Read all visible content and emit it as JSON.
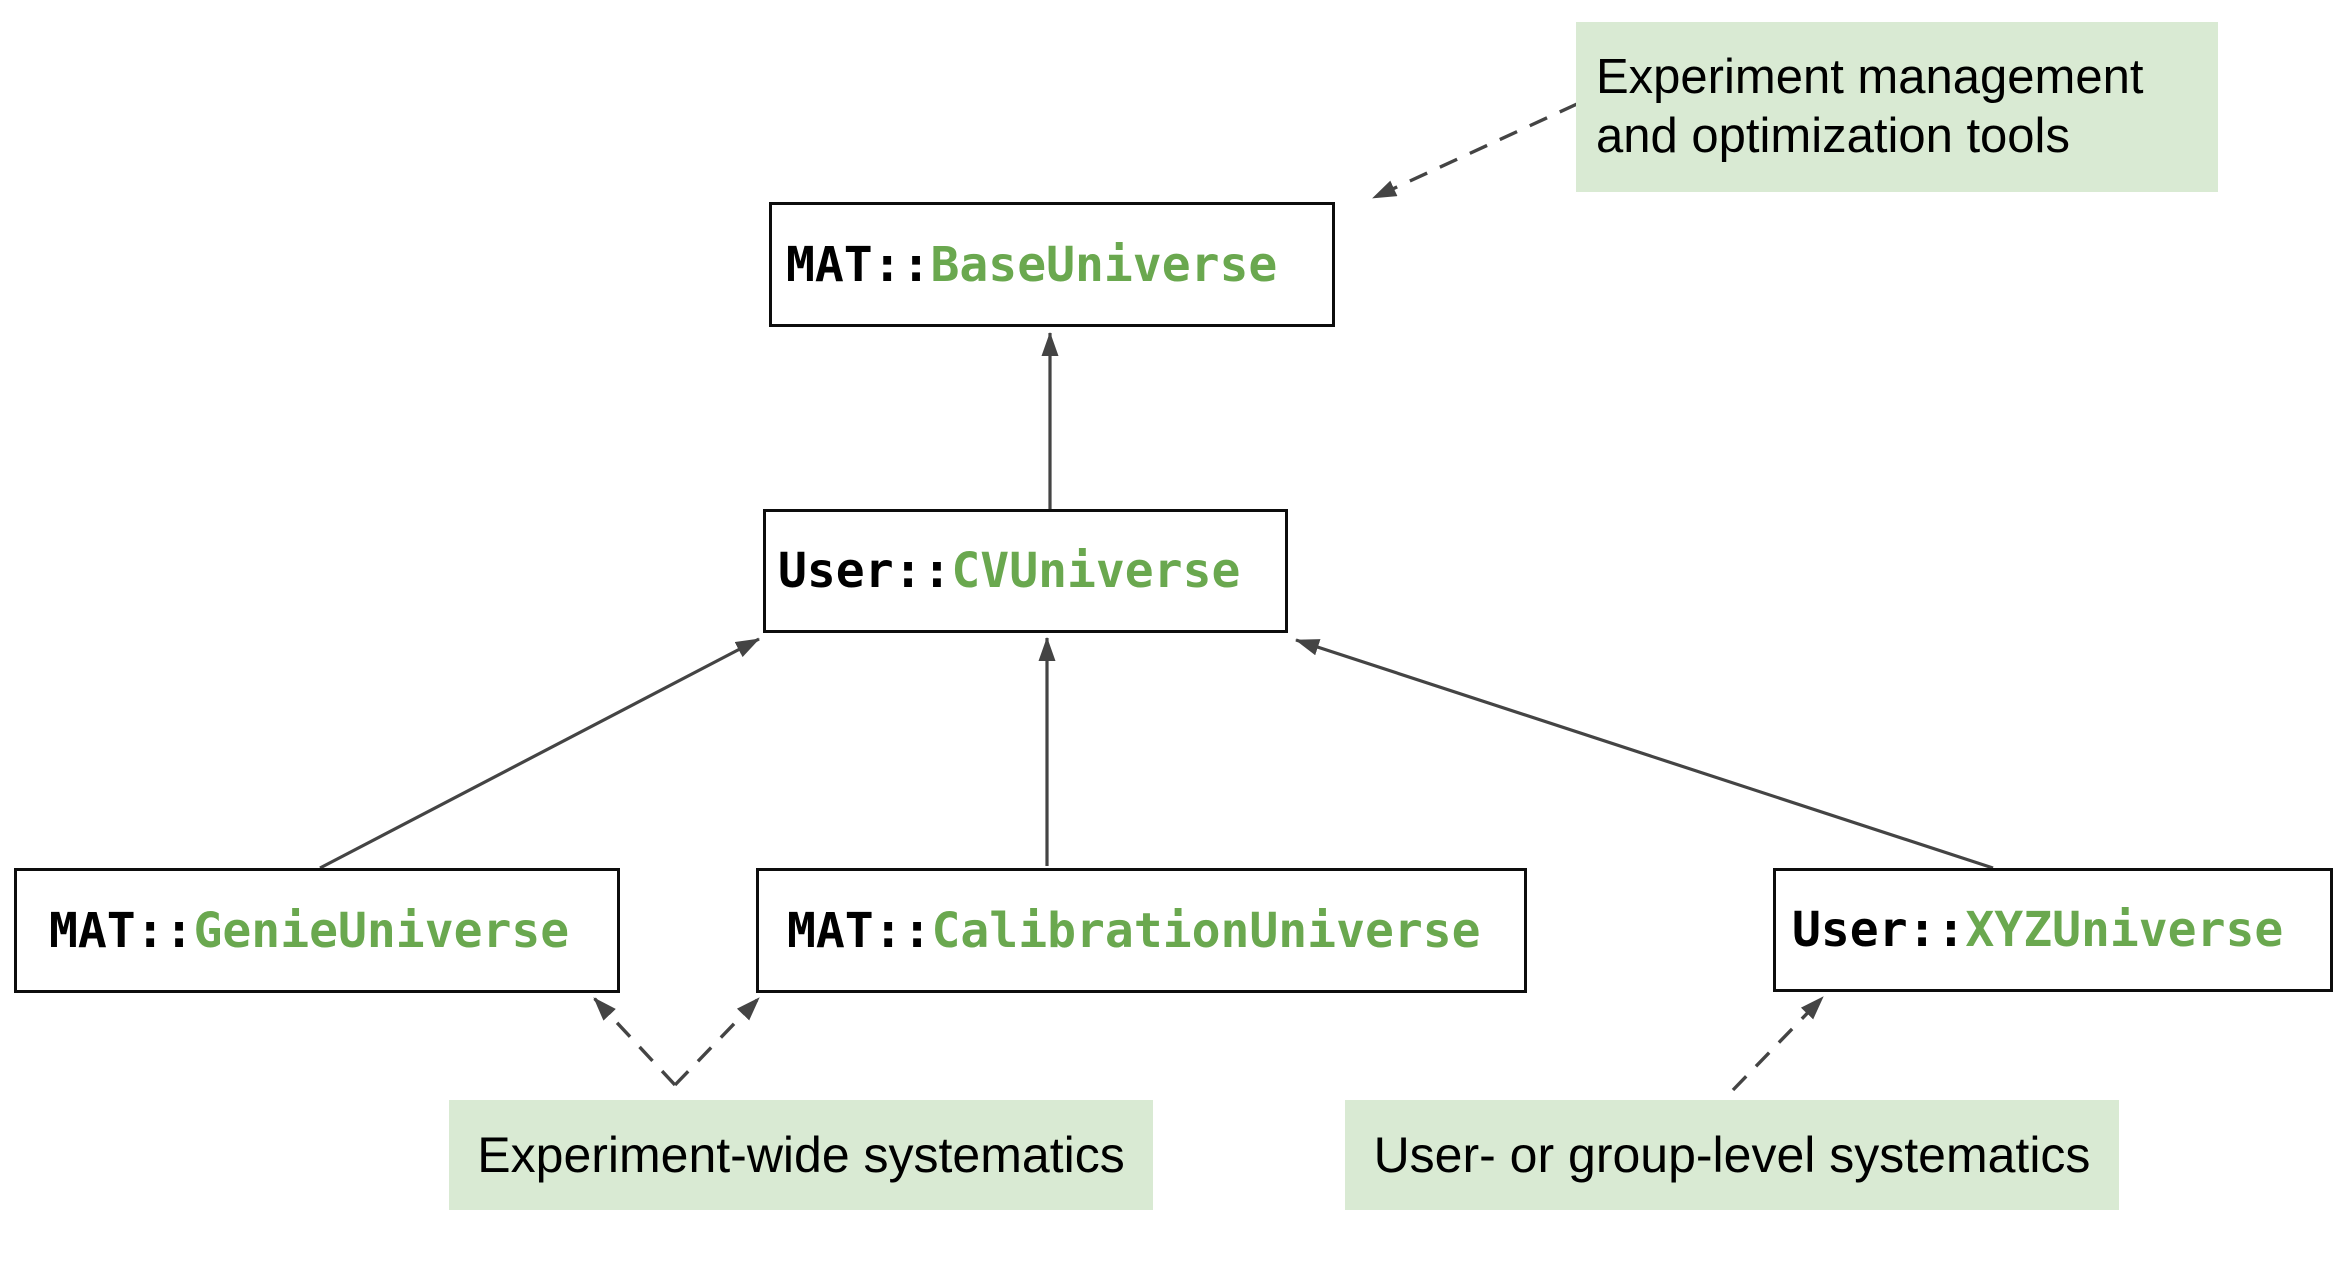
{
  "diagram": {
    "classes": [
      {
        "id": "base",
        "prefix": "MAT::",
        "name": "BaseUniverse"
      },
      {
        "id": "cv",
        "prefix": "User::",
        "name": "CVUniverse"
      },
      {
        "id": "genie",
        "prefix": "MAT::",
        "name": "GenieUniverse"
      },
      {
        "id": "calibration",
        "prefix": "MAT::",
        "name": "CalibrationUniverse"
      },
      {
        "id": "xyz",
        "prefix": "User::",
        "name": "XYZUniverse"
      }
    ],
    "notes": [
      {
        "id": "management",
        "lines": [
          "Experiment management",
          "and optimization tools"
        ]
      },
      {
        "id": "experiment-wide",
        "lines": [
          "Experiment-wide systematics"
        ]
      },
      {
        "id": "user-group",
        "lines": [
          "User- or group-level systematics"
        ]
      }
    ],
    "colors": {
      "background": "#ffffff",
      "text_black": "#000000",
      "class_name_green": "#6aa84f",
      "note_background": "#d9ead3",
      "line_gray": "#444444",
      "box_border": "#0d0d0d"
    }
  }
}
